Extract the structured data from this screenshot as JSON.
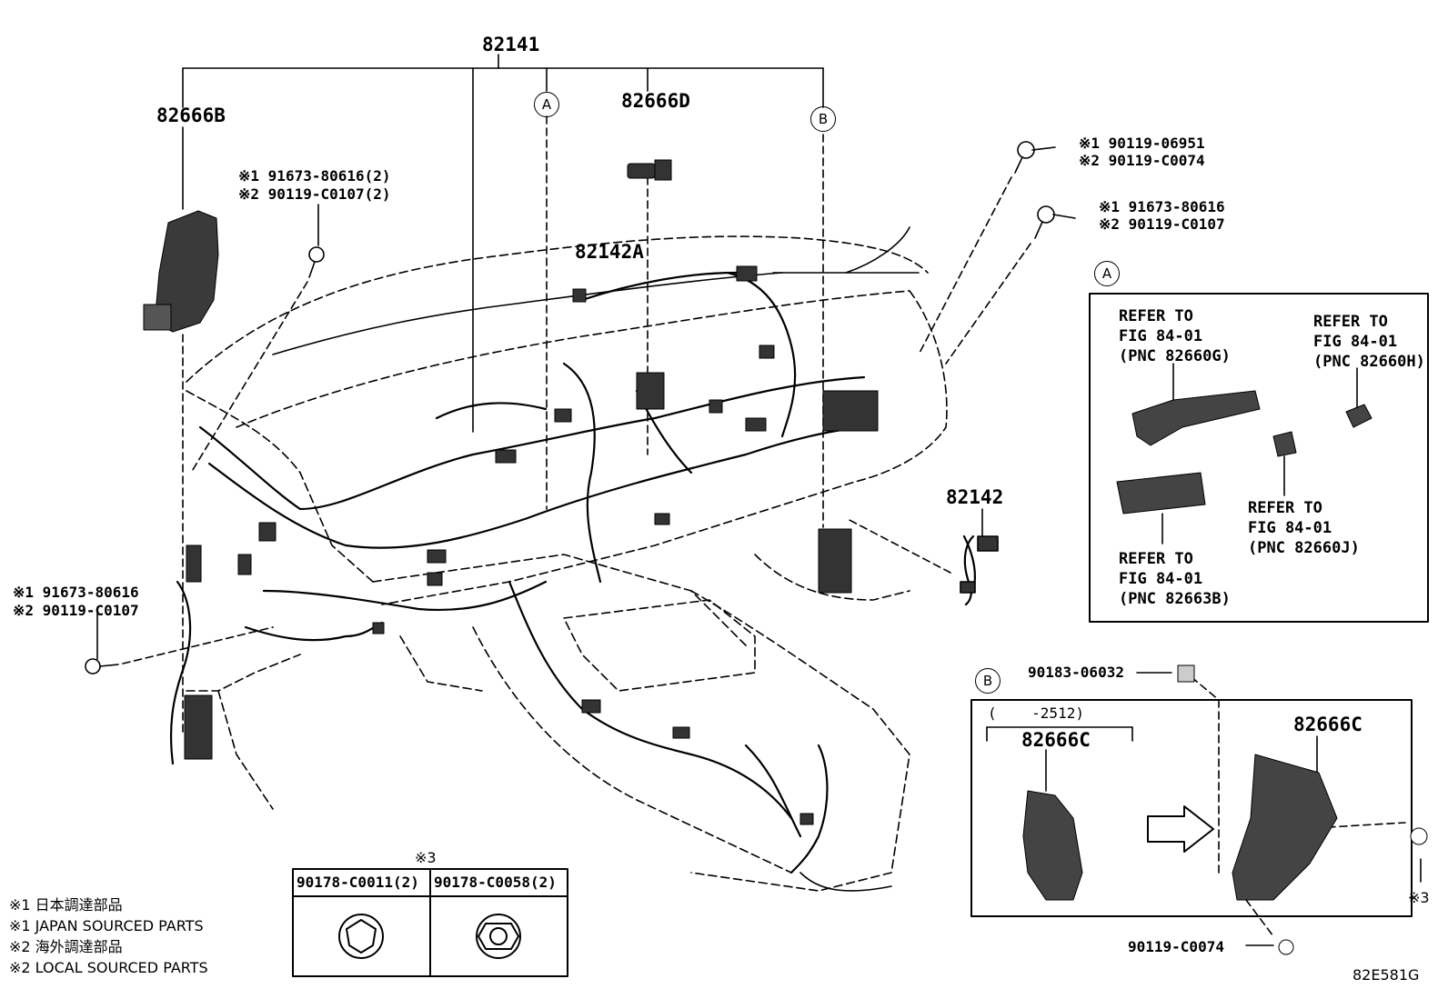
{
  "callouts": {
    "harness_main": "82141",
    "bracket_left": "82666B",
    "clip_top": "82666D",
    "harness_82142A": "82142A",
    "harness_82142": "82142"
  },
  "markers": {
    "a": "A",
    "b": "B"
  },
  "screws": {
    "top_center": {
      "line1": "※1 91673-80616(2)",
      "line2": "※2 90119-C0107(2)"
    },
    "top_right1": {
      "line1": "※1 90119-06951",
      "line2": "※2 90119-C0074"
    },
    "top_right2": {
      "line1": "※1 91673-80616",
      "line2": "※2 90119-C0107"
    },
    "left": {
      "line1": "※1 91673-80616",
      "line2": "※2 90119-C0107"
    }
  },
  "detail_a": {
    "marker": "A",
    "refs": [
      {
        "l1": "REFER TO",
        "l2": "FIG 84-01",
        "l3": "(PNC 82660G)"
      },
      {
        "l1": "REFER TO",
        "l2": "FIG 84-01",
        "l3": "(PNC 82660H)"
      },
      {
        "l1": "REFER TO",
        "l2": "FIG 84-01",
        "l3": "(PNC 82660J)"
      },
      {
        "l1": "REFER TO",
        "l2": "FIG 84-01",
        "l3": "(PNC 82663B)"
      }
    ]
  },
  "detail_b": {
    "marker": "B",
    "clip_part": "90183-06032",
    "range": "(    -2512)",
    "old_part": "82666C",
    "new_part": "82666C",
    "bolt": "90119-C0074",
    "note3": "※3"
  },
  "nut_table": {
    "note": "※3",
    "col1": "90178-C0011(2)",
    "col2": "90178-C0058(2)"
  },
  "legend": [
    "※1 日本調達部品",
    "※1 JAPAN SOURCED PARTS",
    "※2 海外調達部品",
    "※2 LOCAL SOURCED PARTS"
  ],
  "figure_code": "82E581G"
}
